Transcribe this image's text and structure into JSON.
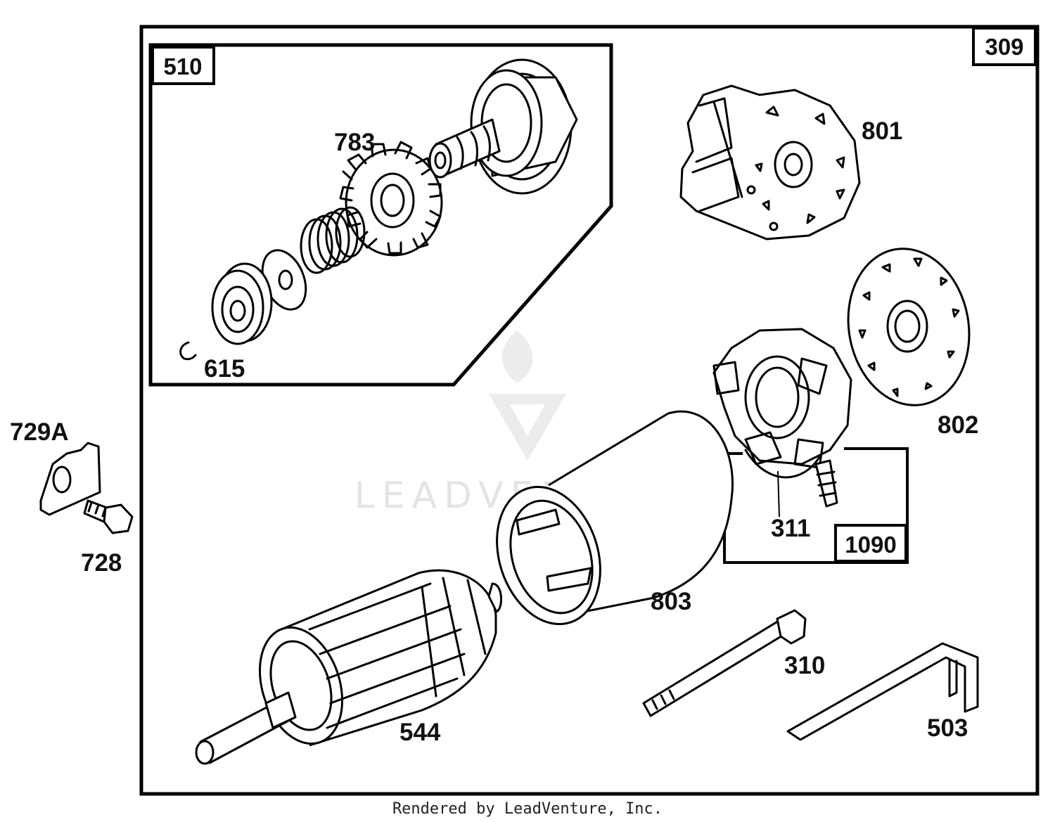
{
  "box_labels": {
    "main": "309",
    "drive_assembly": "510",
    "brush_assembly": "1090"
  },
  "part_labels": {
    "p801": "801",
    "p783": "783",
    "p615": "615",
    "p802": "802",
    "p729a": "729A",
    "p728": "728",
    "p311": "311",
    "p803": "803",
    "p310": "310",
    "p544": "544",
    "p503": "503"
  },
  "watermark": "LEADVENTURE",
  "footer": "Rendered by LeadVenture, Inc."
}
